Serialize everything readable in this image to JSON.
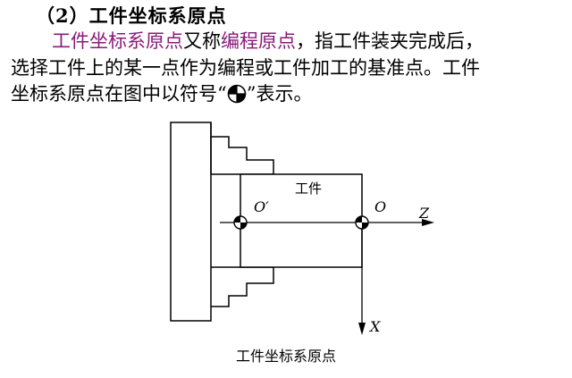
{
  "heading": "（2）工件坐标系原点",
  "paragraph": {
    "term1": "工件坐标系原点",
    "t1": "又称",
    "term2": "编程原点",
    "t2": "，指工件装夹完成后，",
    "line2": "选择工件上的某一点作为编程或工件加工的基准点。工件",
    "line3a": "坐标系原点在图中以符号“",
    "line3b": "”表示。",
    "symbol_icon": "workpiece-origin-symbol-icon"
  },
  "figure": {
    "workpiece_label": "工件",
    "origin_prime_label": "O′",
    "origin_label": "O",
    "z_axis_label": "Z",
    "x_axis_label": "X"
  },
  "caption": "工件坐标系原点",
  "colors": {
    "highlight": "#8b1a7a",
    "text": "#000000",
    "line": "#000000"
  }
}
